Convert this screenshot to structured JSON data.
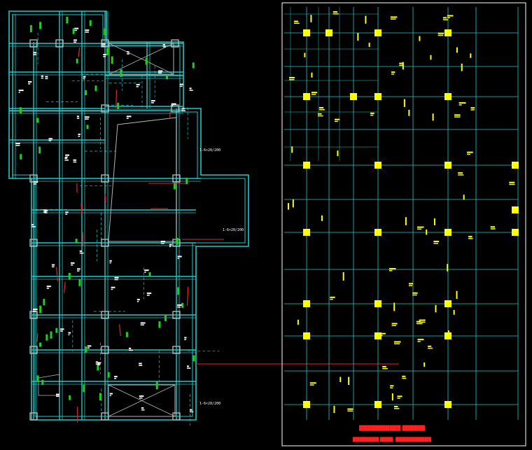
{
  "colors": {
    "background": "#000000",
    "wall_outline": "#1ec8c8",
    "grid_line": "#1ec8c8",
    "column": "#b4b4b4",
    "rebar_label": "#ffffff",
    "rebar_tag": "#19d219",
    "beam_callout": "#dc2828",
    "sheet_frame": "#ffffff",
    "beam_text": "#ffff00",
    "column_fill": "#ffff00",
    "title_text": "#ff2020"
  },
  "left_plan": {
    "callouts": [
      "1-6×20/200",
      "1-6×20/200",
      "1-6×20/200"
    ]
  },
  "right_plan": {
    "title_block": {
      "line1": "███████████  ██████",
      "line2": "████████ ████: ███████████"
    }
  }
}
